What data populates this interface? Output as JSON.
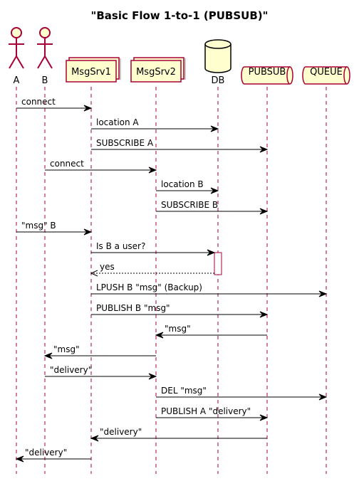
{
  "title": "\"Basic Flow 1-to-1 (PUBSUB)\"",
  "colors": {
    "participant_fill": "#FEFECE",
    "participant_stroke": "#A80036",
    "lifeline": "#A80036",
    "arrow": "#000000",
    "shadow": "#C8C8C8"
  },
  "participants": [
    {
      "id": "A",
      "label": "A",
      "kind": "actor"
    },
    {
      "id": "B",
      "label": "B",
      "kind": "actor"
    },
    {
      "id": "MsgSrv1",
      "label": "MsgSrv1",
      "kind": "collections"
    },
    {
      "id": "MsgSrv2",
      "label": "MsgSrv2",
      "kind": "collections"
    },
    {
      "id": "DB",
      "label": "DB",
      "kind": "database"
    },
    {
      "id": "PUBSUB",
      "label": "PUBSUB",
      "kind": "queue"
    },
    {
      "id": "QUEUE",
      "label": "QUEUE",
      "kind": "queue"
    }
  ],
  "messages": [
    {
      "from": "A",
      "to": "MsgSrv1",
      "text": "connect",
      "style": "solid"
    },
    {
      "from": "MsgSrv1",
      "to": "DB",
      "text": "location A",
      "style": "solid"
    },
    {
      "from": "MsgSrv1",
      "to": "PUBSUB",
      "text": "SUBSCRIBE A",
      "style": "solid"
    },
    {
      "from": "B",
      "to": "MsgSrv2",
      "text": "connect",
      "style": "solid"
    },
    {
      "from": "MsgSrv2",
      "to": "DB",
      "text": "location B",
      "style": "solid"
    },
    {
      "from": "MsgSrv2",
      "to": "PUBSUB",
      "text": "SUBSCRIBE B",
      "style": "solid"
    },
    {
      "from": "A",
      "to": "MsgSrv1",
      "text": "\"msg\" B",
      "style": "solid"
    },
    {
      "from": "MsgSrv1",
      "to": "DB",
      "text": "Is B a user?",
      "style": "solid"
    },
    {
      "from": "DB",
      "to": "MsgSrv1",
      "text": "yes",
      "style": "dashed"
    },
    {
      "from": "MsgSrv1",
      "to": "QUEUE",
      "text": "LPUSH B \"msg\" (Backup)",
      "style": "solid"
    },
    {
      "from": "MsgSrv1",
      "to": "PUBSUB",
      "text": "PUBLISH B \"msg\"",
      "style": "solid"
    },
    {
      "from": "PUBSUB",
      "to": "MsgSrv2",
      "text": "\"msg\"",
      "style": "solid"
    },
    {
      "from": "MsgSrv2",
      "to": "B",
      "text": "\"msg\"",
      "style": "solid"
    },
    {
      "from": "B",
      "to": "MsgSrv2",
      "text": "\"delivery\"",
      "style": "solid"
    },
    {
      "from": "MsgSrv2",
      "to": "QUEUE",
      "text": "DEL \"msg\"",
      "style": "solid"
    },
    {
      "from": "MsgSrv2",
      "to": "PUBSUB",
      "text": "PUBLISH A \"delivery\"",
      "style": "solid"
    },
    {
      "from": "PUBSUB",
      "to": "MsgSrv1",
      "text": "\"delivery\"",
      "style": "solid"
    },
    {
      "from": "MsgSrv1",
      "to": "A",
      "text": "\"delivery\"",
      "style": "solid"
    }
  ],
  "activations": [
    {
      "participant": "DB",
      "from_message": 7,
      "to_message": 8
    }
  ]
}
